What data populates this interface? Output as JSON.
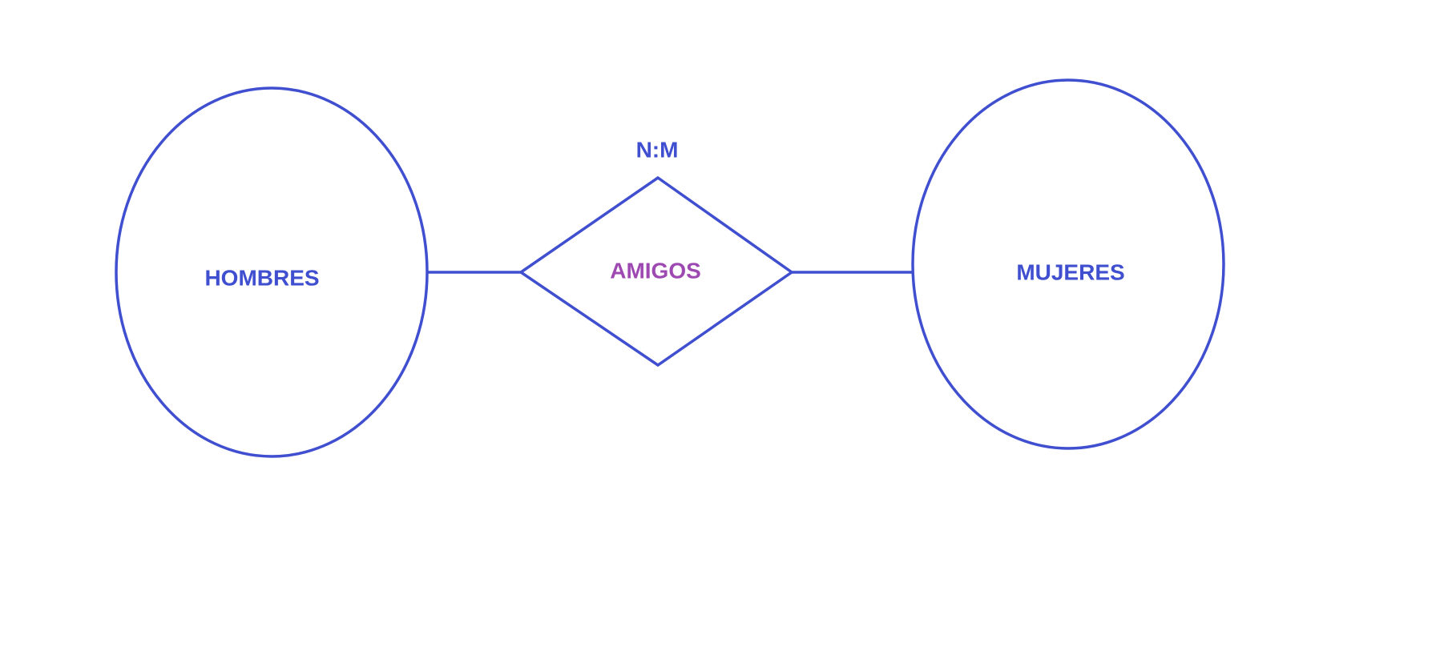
{
  "colors": {
    "stroke": "#3f4fcf",
    "entity_text": "#3f4fcf",
    "relationship_text": "#9e49b2",
    "cardinality_text": "#3f4fcf"
  },
  "entities": [
    {
      "label": "HOMBRES"
    },
    {
      "label": "MUJERES"
    }
  ],
  "relationship": {
    "label": "AMIGOS",
    "cardinality": "N:M"
  }
}
